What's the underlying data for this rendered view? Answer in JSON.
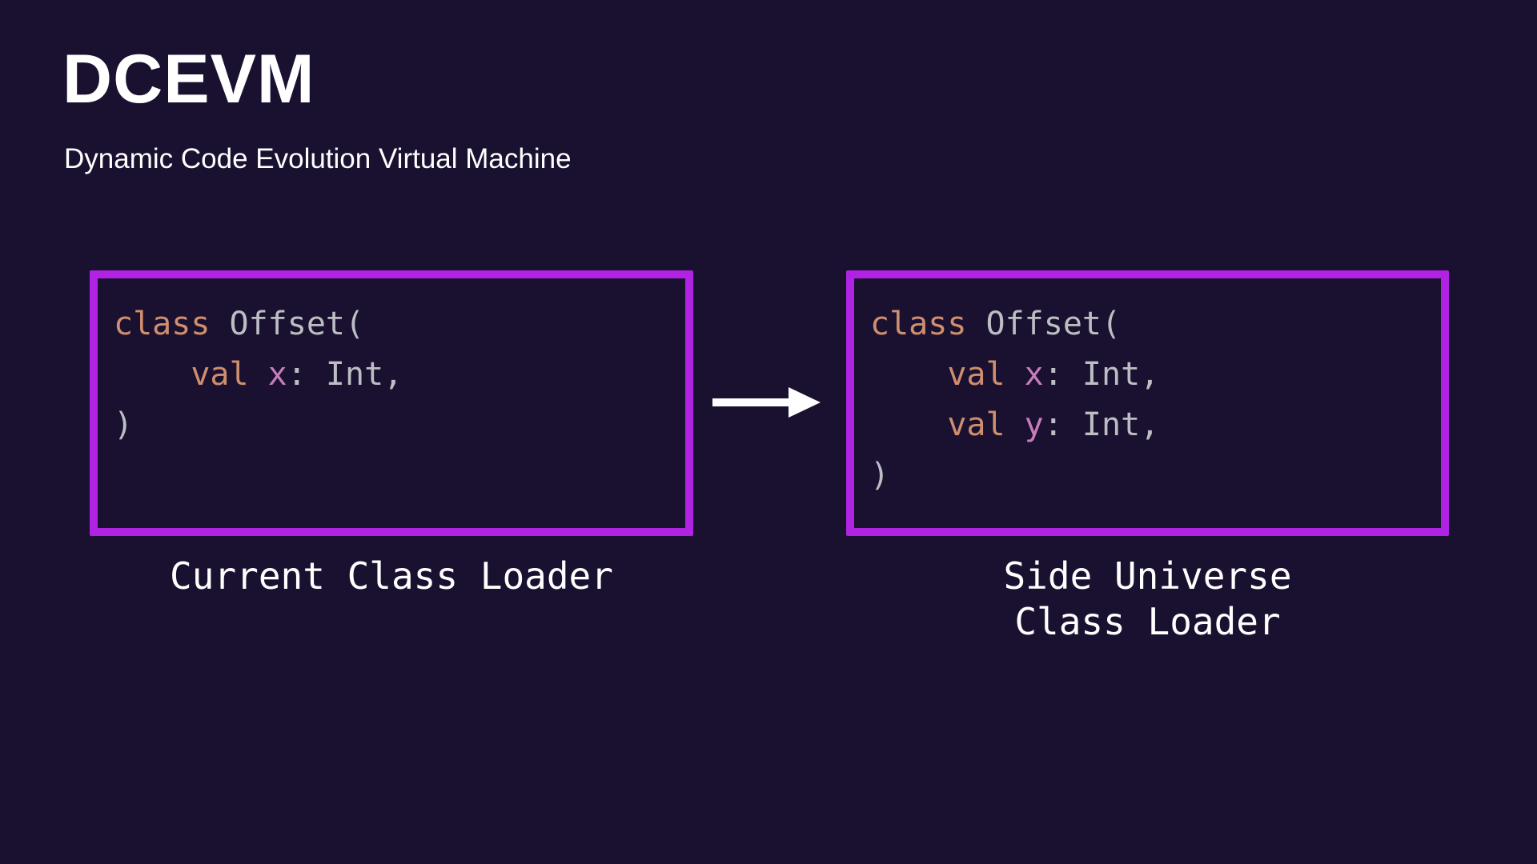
{
  "slide": {
    "title": "DCEVM",
    "subtitle": "Dynamic Code Evolution Virtual Machine"
  },
  "colors": {
    "background": "#1a1130",
    "box_border": "#b023e2",
    "arrow": "#ffffff",
    "text": "#ffffff",
    "code_keyword": "#cf8e6d",
    "code_plain": "#bcbec4",
    "code_property": "#c77dbb"
  },
  "diagram": {
    "arrow_icon": "right-arrow",
    "boxes": [
      {
        "label": "Current Class Loader",
        "code_lines": [
          [
            {
              "t": "class ",
              "s": "keyword"
            },
            {
              "t": "Offset(",
              "s": "plain"
            }
          ],
          [
            {
              "t": "    ",
              "s": "plain"
            },
            {
              "t": "val ",
              "s": "keyword"
            },
            {
              "t": "x",
              "s": "property"
            },
            {
              "t": ": Int,",
              "s": "plain"
            }
          ],
          [
            {
              "t": ")",
              "s": "plain"
            }
          ]
        ]
      },
      {
        "label": "Side Universe\nClass Loader",
        "code_lines": [
          [
            {
              "t": "class ",
              "s": "keyword"
            },
            {
              "t": "Offset(",
              "s": "plain"
            }
          ],
          [
            {
              "t": "    ",
              "s": "plain"
            },
            {
              "t": "val ",
              "s": "keyword"
            },
            {
              "t": "x",
              "s": "property"
            },
            {
              "t": ": Int,",
              "s": "plain"
            }
          ],
          [
            {
              "t": "    ",
              "s": "plain"
            },
            {
              "t": "val ",
              "s": "keyword"
            },
            {
              "t": "y",
              "s": "property"
            },
            {
              "t": ": Int,",
              "s": "plain"
            }
          ],
          [
            {
              "t": ")",
              "s": "plain"
            }
          ]
        ]
      }
    ]
  }
}
